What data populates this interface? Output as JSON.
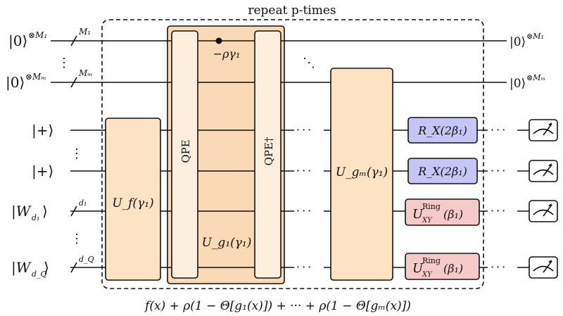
{
  "title": "repeat p-times",
  "colors": {
    "orange": "#fde3c4",
    "orange_block": "#f9d9b6",
    "qpe_column": "#fdeedd",
    "blue": "#c6c6f6",
    "pink": "#f7caca"
  },
  "inputs": [
    {
      "ket": "|0⟩",
      "sup": "⊗M₁",
      "bundle": "M₁"
    },
    {
      "ket": "|0⟩",
      "sup": "⊗Mₘ",
      "bundle": "Mₘ"
    },
    {
      "ket": "|+⟩"
    },
    {
      "ket": "|+⟩"
    },
    {
      "ket": "|W",
      "sub": "d₁",
      "close": "⟩",
      "bundle": "d₁"
    },
    {
      "ket": "|W",
      "sub": "d_Q",
      "close": "⟩",
      "bundle": "d_Q"
    }
  ],
  "vdots": "⋮",
  "gates": {
    "uf": "U_f(γ₁)",
    "qpe": "QPE",
    "qpe_dagger": "QPE†",
    "control_label": "−ργ₁",
    "ug1": "U_g₁(γ₁)",
    "ugm": "U_gₘ(γ₁)",
    "rx": "R_X(2β₁)",
    "uxy_main": "U",
    "uxy_sup": "Ring",
    "uxy_sub": "XY",
    "uxy_arg": "(β₁)"
  },
  "outputs": [
    {
      "ket": "|0⟩",
      "sup": "⊗M₁"
    },
    {
      "ket": "|0⟩",
      "sup": "⊗Mₘ"
    }
  ],
  "hdots": "···",
  "ddots": "⋱",
  "formula": "f(x) + ρ(1 − Θ[g₁(x)]) + ··· + ρ(1 − Θ[gₘ(x)])"
}
